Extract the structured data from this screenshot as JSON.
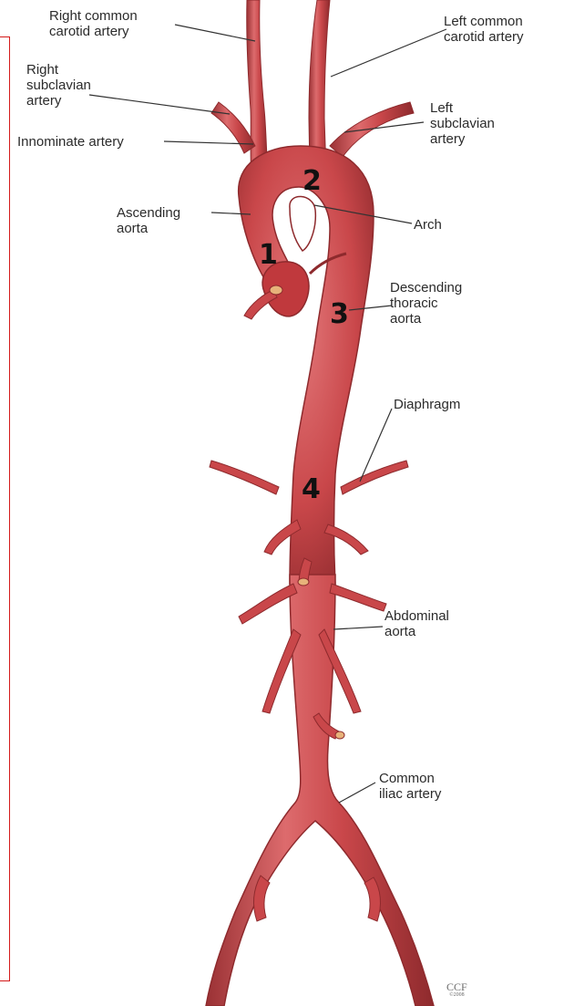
{
  "labels": {
    "right_common_carotid": [
      "Right common",
      "carotid artery"
    ],
    "left_common_carotid": [
      "Left common",
      "carotid artery"
    ],
    "right_subclavian": [
      "Right",
      "subclavian",
      "artery"
    ],
    "left_subclavian": [
      "Left",
      "subclavian",
      "artery"
    ],
    "innominate": [
      "Innominate artery"
    ],
    "ascending_aorta": [
      "Ascending",
      "aorta"
    ],
    "arch": [
      "Arch"
    ],
    "descending_thoracic": [
      "Descending",
      "thoracic",
      "aorta"
    ],
    "diaphragm": [
      "Diaphragm"
    ],
    "abdominal_aorta": [
      "Abdominal",
      "aorta"
    ],
    "common_iliac": [
      "Common",
      "iliac artery"
    ]
  },
  "numbers": {
    "n1": "1",
    "n2": "2",
    "n3": "3",
    "n4": "4"
  },
  "watermark": {
    "main": "CCF",
    "small": "©2008"
  },
  "colors": {
    "artery": "#c9474a",
    "artery_dark": "#8e2a2d",
    "artery_light": "#e37b7d",
    "leader": "#333333",
    "frame": "#d41a1a",
    "cut_end": "#e7b27a"
  }
}
